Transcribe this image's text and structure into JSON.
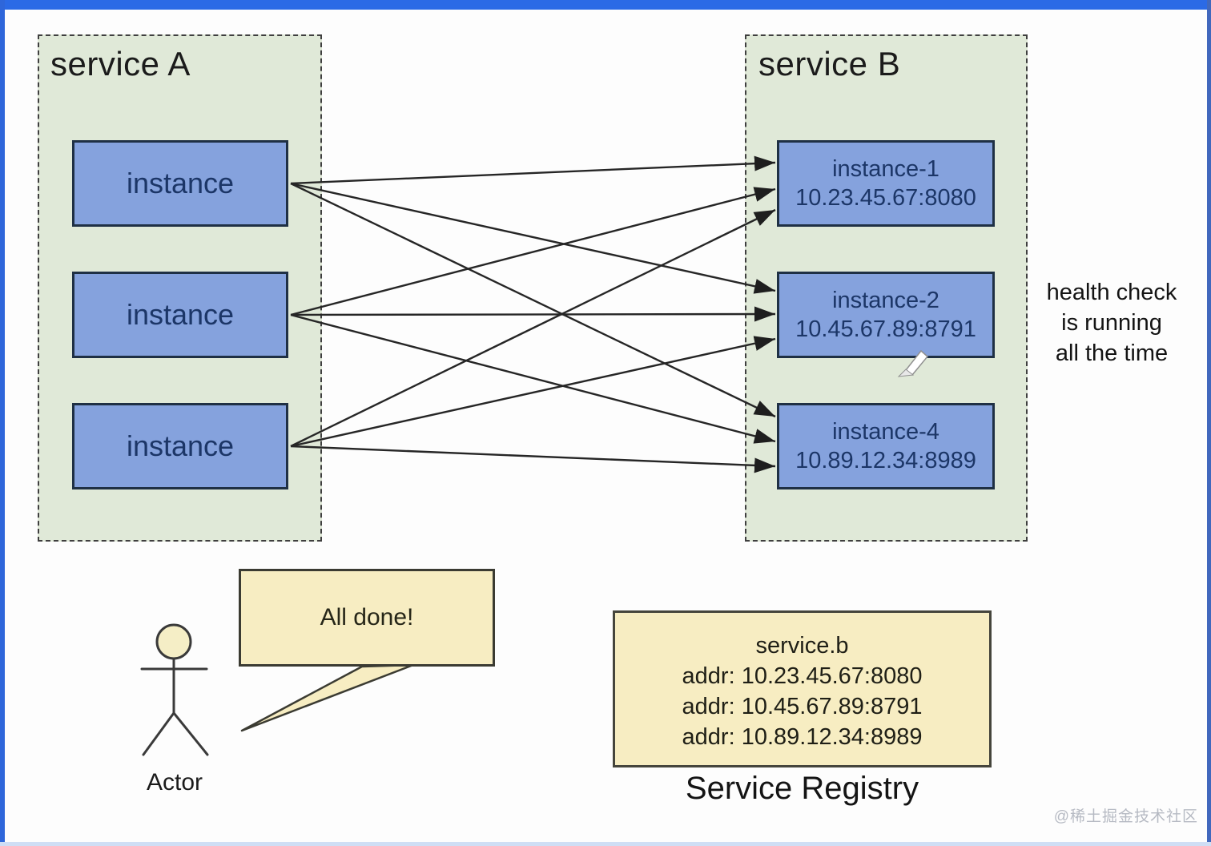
{
  "service_a": {
    "title": "service A",
    "instances": [
      {
        "label": "instance"
      },
      {
        "label": "instance"
      },
      {
        "label": "instance"
      }
    ]
  },
  "service_b": {
    "title": "service B",
    "instances": [
      {
        "name": "instance-1",
        "addr": "10.23.45.67:8080"
      },
      {
        "name": "instance-2",
        "addr": "10.45.67.89:8791"
      },
      {
        "name": "instance-4",
        "addr": "10.89.12.34:8989"
      }
    ]
  },
  "health_note": {
    "lines": [
      "health check",
      "is running",
      "all the time"
    ]
  },
  "actor": {
    "label": "Actor",
    "speech": "All done!"
  },
  "registry": {
    "service_name": "service.b",
    "entries": [
      "addr: 10.23.45.67:8080",
      "addr: 10.45.67.89:8791",
      "addr: 10.89.12.34:8989"
    ],
    "caption": "Service Registry"
  },
  "watermark": "@稀土掘金技术社区",
  "colors": {
    "frame_blue": "#2b6ae6",
    "group_green": "#e0e9d8",
    "instance_blue": "#85a2dd",
    "instance_border": "#1f3044",
    "instance_text": "#1c3667",
    "note_yellow": "#f7edc2",
    "arrow_black": "#262626",
    "watermark_gray": "#b6bac3"
  }
}
